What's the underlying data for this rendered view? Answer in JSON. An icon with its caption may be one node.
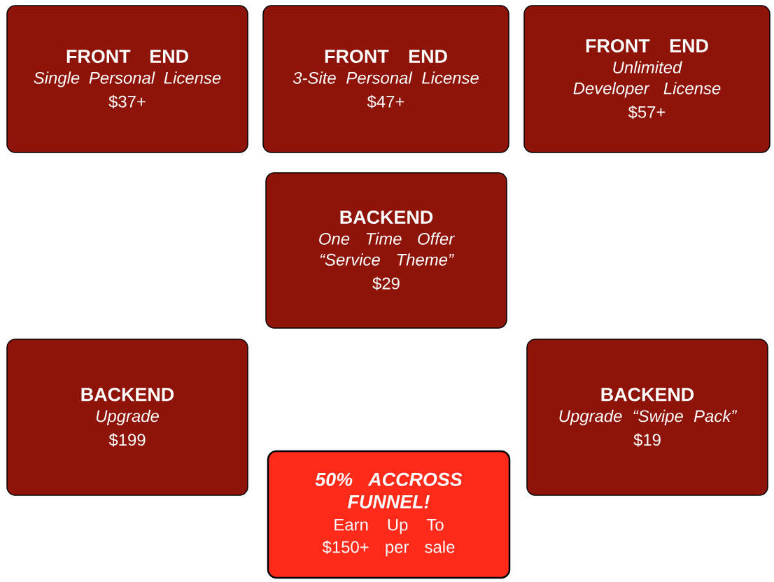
{
  "diagram": {
    "nodes": [
      {
        "text": [
          "FRONT END",
          "Single Personal License",
          "$37+"
        ]
      },
      {
        "text": [
          "FRONT END",
          "3-Site Personal License",
          "$47+"
        ]
      },
      {
        "text": [
          "FRONT END",
          "Unlimited Developer License",
          "$57+"
        ]
      },
      {
        "text": [
          "BACKEND",
          "One Time Offer “Service Theme”",
          "$29"
        ]
      },
      {
        "text": [
          "BACKEND",
          "Upgrade",
          "$199"
        ]
      },
      {
        "text": [
          "BACKEND",
          "Upgrade “Swipe Pack”",
          "$19"
        ]
      },
      {
        "text": [
          "50% ACCROSS FUNNEL!",
          "Earn Up To $150+ per sale"
        ]
      }
    ]
  }
}
